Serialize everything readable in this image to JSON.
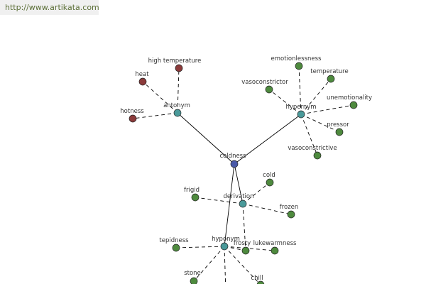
{
  "watermark": {
    "text": "http://www.artikata.com"
  },
  "colors": {
    "center": "#4a5aa8",
    "relation": "#4a9a9a",
    "antonym_term": "#8b3a3a",
    "term": "#4e8a3e"
  },
  "nodes": [
    {
      "id": "coldness",
      "label": "coldness",
      "kind": "center"
    },
    {
      "id": "antonym",
      "label": "antonym",
      "kind": "relation"
    },
    {
      "id": "hypernym",
      "label": "hypernym",
      "kind": "relation"
    },
    {
      "id": "derivation",
      "label": "derivation",
      "kind": "relation"
    },
    {
      "id": "hyponym",
      "label": "hyponym",
      "kind": "relation"
    },
    {
      "id": "high-temperature",
      "label": "high temperature",
      "kind": "antonym_term"
    },
    {
      "id": "heat",
      "label": "heat",
      "kind": "antonym_term"
    },
    {
      "id": "hotness",
      "label": "hotness",
      "kind": "antonym_term"
    },
    {
      "id": "emotionlessness",
      "label": "emotionlessness",
      "kind": "term"
    },
    {
      "id": "temperature",
      "label": "temperature",
      "kind": "term"
    },
    {
      "id": "vasoconstrictor",
      "label": "vasoconstrictor",
      "kind": "term"
    },
    {
      "id": "unemotionality",
      "label": "unemotionality",
      "kind": "term"
    },
    {
      "id": "pressor",
      "label": "pressor",
      "kind": "term"
    },
    {
      "id": "vasoconstrictive",
      "label": "vasoconstrictive",
      "kind": "term"
    },
    {
      "id": "cold",
      "label": "cold",
      "kind": "term"
    },
    {
      "id": "frigid",
      "label": "frigid",
      "kind": "term"
    },
    {
      "id": "frozen",
      "label": "frozen",
      "kind": "term"
    },
    {
      "id": "tepidness",
      "label": "tepidness",
      "kind": "term"
    },
    {
      "id": "frosty",
      "label": "frosty",
      "kind": "term"
    },
    {
      "id": "lukewarmness",
      "label": "lukewarmness",
      "kind": "term"
    },
    {
      "id": "stone",
      "label": "stone",
      "kind": "term"
    },
    {
      "id": "chill",
      "label": "chill",
      "kind": "term"
    }
  ],
  "edges": [
    {
      "from": "coldness",
      "to": "antonym",
      "style": "solid"
    },
    {
      "from": "coldness",
      "to": "hypernym",
      "style": "solid"
    },
    {
      "from": "coldness",
      "to": "derivation",
      "style": "solid"
    },
    {
      "from": "coldness",
      "to": "hyponym",
      "style": "solid"
    },
    {
      "from": "antonym",
      "to": "high-temperature",
      "style": "dashed"
    },
    {
      "from": "antonym",
      "to": "heat",
      "style": "dashed"
    },
    {
      "from": "antonym",
      "to": "hotness",
      "style": "dashed"
    },
    {
      "from": "hypernym",
      "to": "emotionlessness",
      "style": "dashed"
    },
    {
      "from": "hypernym",
      "to": "temperature",
      "style": "dashed"
    },
    {
      "from": "hypernym",
      "to": "vasoconstrictor",
      "style": "dashed"
    },
    {
      "from": "hypernym",
      "to": "unemotionality",
      "style": "dashed"
    },
    {
      "from": "hypernym",
      "to": "pressor",
      "style": "dashed"
    },
    {
      "from": "hypernym",
      "to": "vasoconstrictive",
      "style": "dashed"
    },
    {
      "from": "derivation",
      "to": "cold",
      "style": "dashed"
    },
    {
      "from": "derivation",
      "to": "frigid",
      "style": "dashed"
    },
    {
      "from": "derivation",
      "to": "frozen",
      "style": "dashed"
    },
    {
      "from": "derivation",
      "to": "frosty",
      "style": "dashed"
    },
    {
      "from": "hyponym",
      "to": "tepidness",
      "style": "dashed"
    },
    {
      "from": "hyponym",
      "to": "frosty",
      "style": "dashed"
    },
    {
      "from": "hyponym",
      "to": "lukewarmness",
      "style": "dashed"
    },
    {
      "from": "hyponym",
      "to": "stone",
      "style": "dashed"
    },
    {
      "from": "hyponym",
      "to": "chill",
      "style": "dashed"
    },
    {
      "from": "hyponym",
      "to": "offscreen-below",
      "style": "dashed"
    }
  ]
}
